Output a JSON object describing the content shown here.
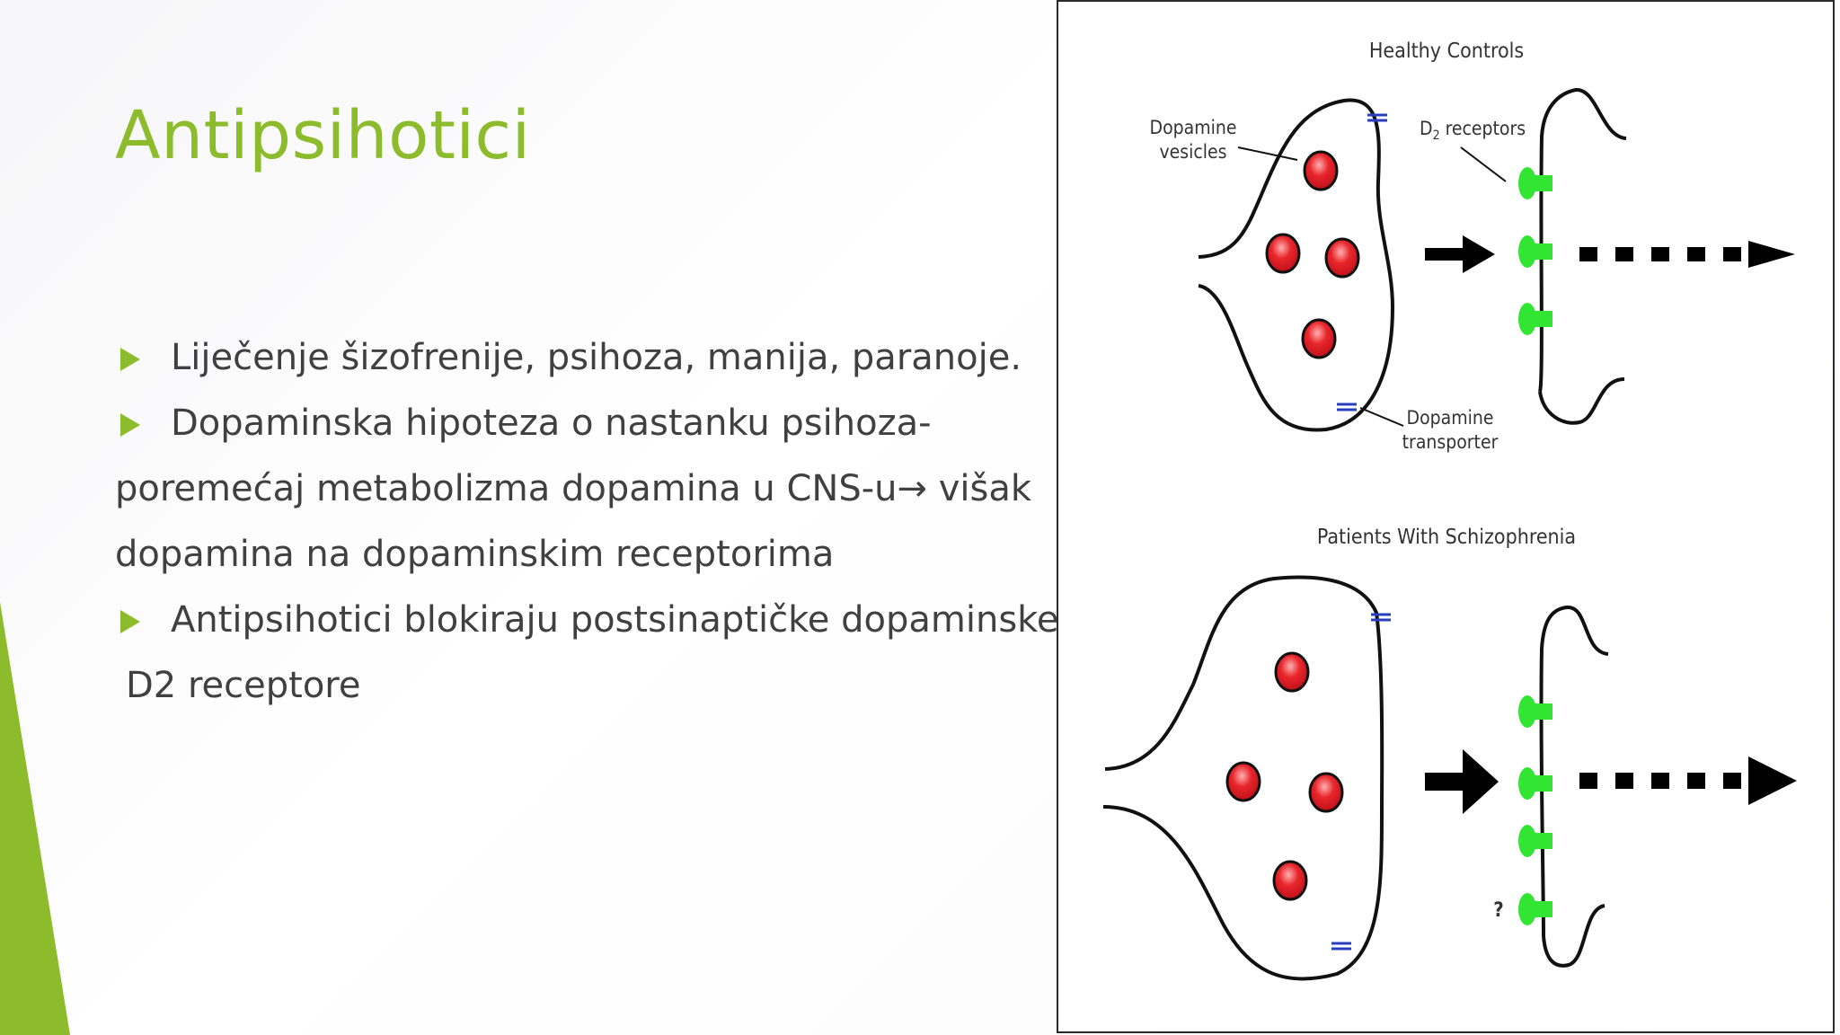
{
  "slide": {
    "title": "Antipsihotici",
    "accent_color": "#8cbc2c",
    "bullets": {
      "b1": "Liječenje šizofrenije, psihoza, manija, paranoje.",
      "b2_line1": "Dopaminska hipoteza o nastanku psihoza-",
      "b2_line2": "poremećaj metabolizma dopamina u CNS-u→ višak",
      "b2_line3": "dopamina na dopaminskim receptorima",
      "b3_line1": "Antipsihotici blokiraju postsinaptičke dopaminske",
      "b3_line2": "D2 receptore"
    }
  },
  "figure": {
    "panel_top_title": "Healthy Controls",
    "panel_bottom_title": "Patients With Schizophrenia",
    "label_vesicles_1": "Dopamine",
    "label_vesicles_2": "vesicles",
    "label_receptors_prefix": "D",
    "label_receptors_sub": "2",
    "label_receptors_suffix": " receptors",
    "label_transporter_1": "Dopamine",
    "label_transporter_2": "transporter",
    "question_mark": "?",
    "vesicle_color": "#e8262c",
    "receptor_color": "#33e533",
    "transporter_color": "#2a3fbf"
  }
}
